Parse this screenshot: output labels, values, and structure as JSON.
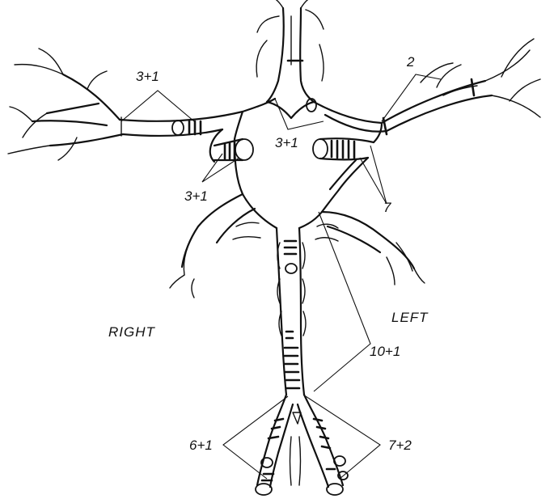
{
  "sides": {
    "right": "RIGHT",
    "left": "LEFT"
  },
  "labels": {
    "upper_right_group": "3+1",
    "lower_right_group": "3+1",
    "center_group": "3+1",
    "upper_left_group": "2",
    "left_bronchus_group": "7",
    "trachea_group": "10+1",
    "lower_right_origin": "6+1",
    "lower_left_origin": "7+2"
  }
}
